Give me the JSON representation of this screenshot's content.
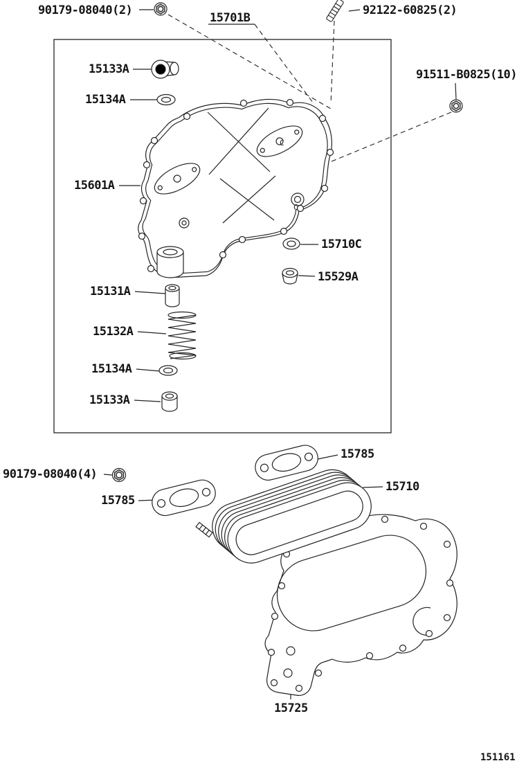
{
  "diagram": {
    "code": "151161",
    "cast_mark": "C",
    "labels": {
      "nut_2x": "90179-08040(2)",
      "cover_sub_assy": "15701B",
      "stud_2x": "92122-60825(2)",
      "nut_10x": "91511-B0825(10)",
      "plug_upper": "15133A",
      "gasket_upper": "15134A",
      "cover": "15601A",
      "washer": "15710C",
      "taper_plug": "15529A",
      "relief_valve": "15131A",
      "spring": "15132A",
      "gasket_lower": "15134A",
      "plug_lower": "15133A",
      "flange_upper": "15785",
      "nut_4x": "90179-08040(4)",
      "flange_lower": "15785",
      "oil_cooler": "15710",
      "cooler_gasket": "15725"
    }
  }
}
